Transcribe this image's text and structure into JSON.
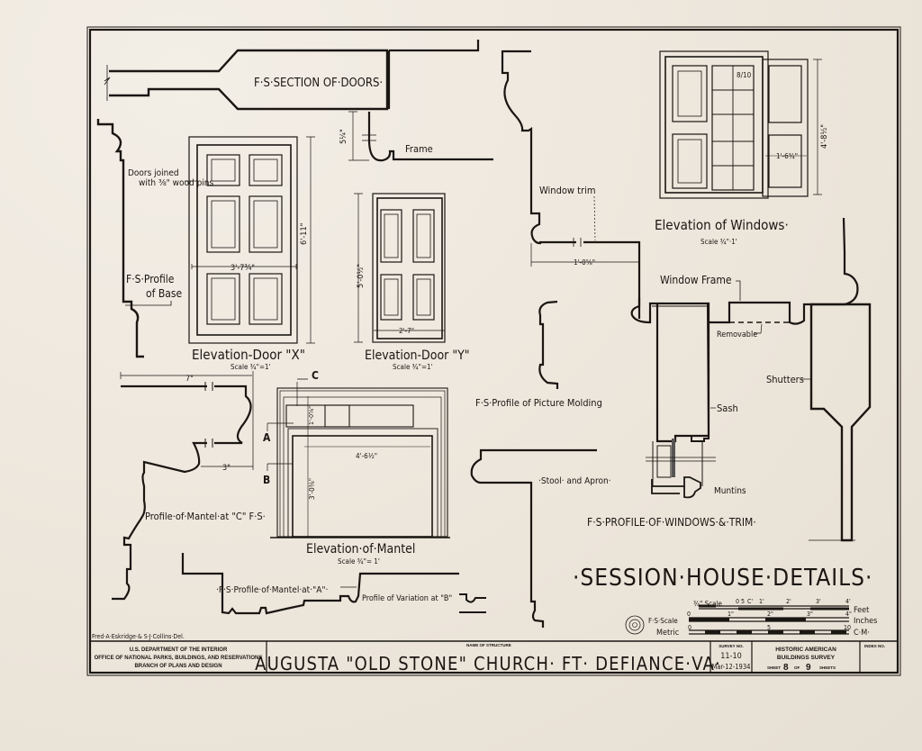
{
  "sheet": {
    "title": "·SESSION·HOUSE·DETAILS·",
    "delineators": "Fred·A·Eskridge·& S·J·Collins·Del."
  },
  "drawings": {
    "section_doors": {
      "label": "F·S·SECTION OF·DOORS·",
      "dim": "5¼\"",
      "frame_label": "Frame"
    },
    "profile_base": {
      "label_line1": "F·S·Profile",
      "label_line2": "of Base"
    },
    "doors_note": {
      "line1": "Doors joined",
      "line2": "with ⅜\" wood pins"
    },
    "door_x": {
      "title": "Elevation-Door \"X\"",
      "scale": "Scale ¾\"=1'",
      "height_dim": "6'-11\"",
      "width_dim": "3'-7¾\""
    },
    "door_y": {
      "title": "Elevation-Door \"Y\"",
      "scale": "Scale ¾\"=1'",
      "height_dim": "5'-0½\"",
      "width_dim": "2'-7\""
    },
    "window_trim": {
      "label": "Window trim",
      "dim": "1'-0⅝\""
    },
    "windows_elev": {
      "title": "Elevation of Windows·",
      "scale": "Scale ¾\"·1'",
      "pane_note": "8/10",
      "height_dim": "4'-8½\"",
      "shutter_dim": "1'-6¾\""
    },
    "picture_molding": {
      "label": "F·S·Profile of Picture Molding"
    },
    "mantel_profile_c": {
      "label": "Profile·of·Mantel·at \"C\" F·S·",
      "dim_top": "7\"",
      "dim_bottom": "3\""
    },
    "mantel_elev": {
      "title": "Elevation·of·Mantel",
      "scale": "Scale ¾\"= 1'",
      "marker_a": "A",
      "marker_b": "B",
      "marker_c": "C",
      "dim_frieze": "1'-0⅝\"",
      "dim_width": "4'-6½\"",
      "dim_height": "3'-0⅜\""
    },
    "mantel_profile_a": {
      "label": "·F·S·Profile·of·Mantel·at·\"A\"·",
      "variation": "Profile of Variation at \"B\""
    },
    "stool_apron": {
      "label": "·Stool· and Apron·"
    },
    "windows_profile": {
      "title": "F·S·PROFILE·OF·WINDOWS·&·TRIM·",
      "window_frame": "Window Frame",
      "removable": "Removable",
      "sash": "Sash",
      "muntins": "Muntins",
      "shutters": "Shutters"
    }
  },
  "scales": {
    "three_quarter": {
      "label": "¾\" Scale",
      "ticks": [
        "0",
        "5",
        "C'",
        "1'",
        "2'",
        "3'",
        "4'"
      ],
      "unit": "Feet"
    },
    "fs": {
      "label": "F·S·Scale",
      "ticks": [
        "0",
        "1\"",
        "2\"",
        "3\"",
        "4\""
      ],
      "unit": "Inches"
    },
    "metric": {
      "label": "Metric",
      "ticks": [
        "0",
        "5",
        "10"
      ],
      "unit": "C·M·"
    }
  },
  "title_block": {
    "agency_line1": "U.S. DEPARTMENT OF THE INTERIOR",
    "agency_line2": "OFFICE OF NATIONAL PARKS, BUILDINGS, AND RESERVATIONS",
    "agency_line3": "BRANCH OF PLANS AND DESIGN",
    "structure_caption": "NAME OF STRUCTURE",
    "structure_name": "AUGUSTA \"OLD STONE\" CHURCH· FT· DEFIANCE·VA·",
    "survey_caption": "SURVEY NO.",
    "survey_no": "11-10",
    "survey_date": "Mar-12-1934",
    "habs_line1": "HISTORIC AMERICAN",
    "habs_line2": "BUILDINGS SURVEY",
    "sheet_word": "SHEET",
    "sheet_no": "8",
    "of_word": "OF",
    "sheet_total": "9",
    "sheets_word": "SHEETS",
    "index_caption": "INDEX NO."
  }
}
